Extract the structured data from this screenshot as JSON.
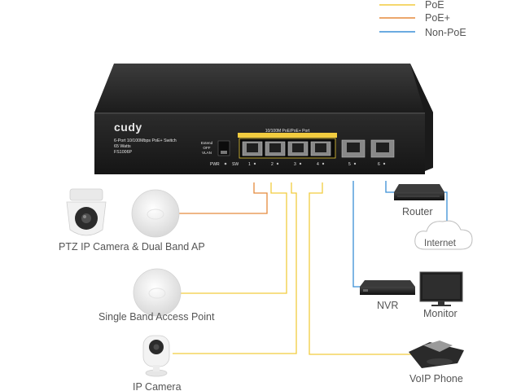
{
  "legend": [
    {
      "label": "PoE",
      "color": "#f2cc3f"
    },
    {
      "label": "PoE+",
      "color": "#e58a3c"
    },
    {
      "label": "Non-PoE",
      "color": "#3a8fd6"
    }
  ],
  "switch": {
    "brand": "cudy",
    "model_line": "6-Port 10/100Mbps PoE+ Switch",
    "watts": "65 Watts",
    "model": "FS1006P",
    "mode_extend": "Extend",
    "mode_off": "OFF",
    "mode_vlan": "VLAN",
    "poe_port_banner": "10/100M PoE/PoE+ Port",
    "pwr_label": "PWR",
    "sw_label": "SW",
    "port_numbers": [
      "1",
      "2",
      "3",
      "4",
      "5",
      "6"
    ]
  },
  "devices": {
    "ptz_camera_ap": "PTZ IP Camera & Dual Band AP",
    "single_band_ap": "Single Band Access Point",
    "ip_camera": "IP Camera",
    "router": "Router",
    "internet": "Internet",
    "nvr": "NVR",
    "monitor": "Monitor",
    "voip_phone": "VoIP Phone"
  }
}
